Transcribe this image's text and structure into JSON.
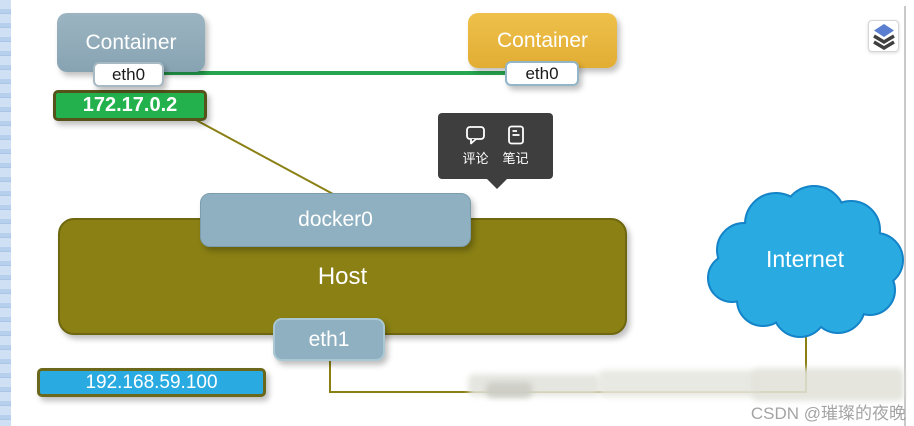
{
  "diagram": {
    "container_left": {
      "label": "Container",
      "interface_label": "eth0",
      "ip": "172.17.0.2"
    },
    "container_right": {
      "label": "Container",
      "interface_label": "eth0"
    },
    "bridge": {
      "label": "docker0"
    },
    "host": {
      "label": "Host",
      "interface_label": "eth1",
      "ip": "192.168.59.100"
    },
    "internet": {
      "label": "Internet"
    }
  },
  "annotation_toolbar": {
    "comment": {
      "label": "评论",
      "icon": "comment-bubble-icon"
    },
    "note": {
      "label": "笔记",
      "icon": "note-icon"
    }
  },
  "page": {
    "watermark": "CSDN @璀璨的夜晚",
    "layers_button_icon": "layers-icon"
  },
  "colors": {
    "container_blue": "#8ca7b5",
    "container_gold": "#e6b33c",
    "bridge_blue": "#8fb0c0",
    "host_olive": "#8a8014",
    "ip_green_bg": "#22b14c",
    "ip_cyan_bg": "#29abe2",
    "cloud_blue": "#29abe2",
    "cloud_outline": "#1483c8",
    "veth_line_green": "#27a550",
    "connector_olive": "#8a8014",
    "tooltip_bg": "#3e3e3e",
    "watermark_gray": "#a4a4a4"
  }
}
